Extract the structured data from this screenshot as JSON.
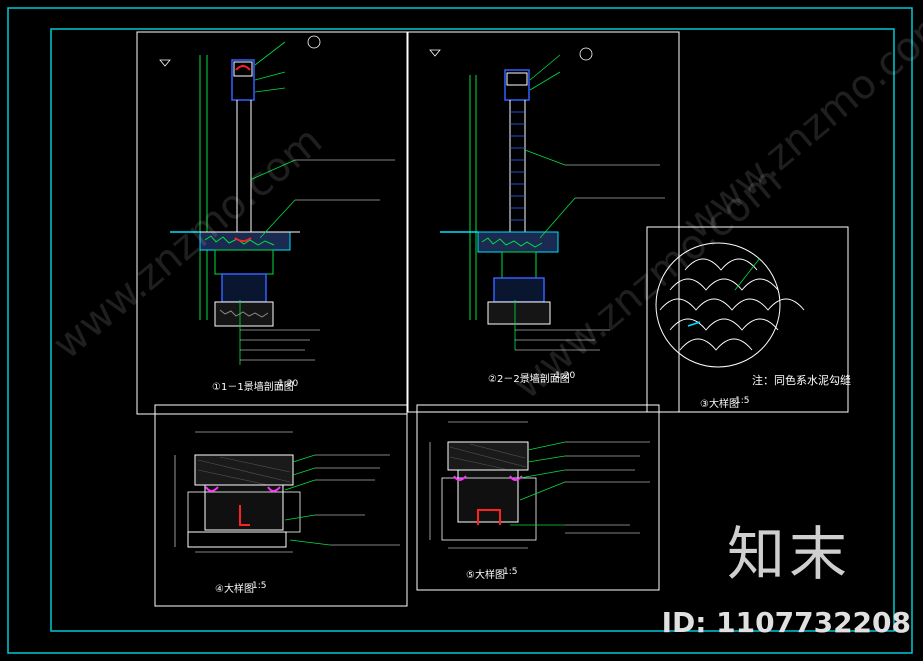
{
  "colors": {
    "frame": "#00c8d8",
    "sheet": "#ffffff",
    "green": "#00e040",
    "red": "#ff2020",
    "blue": "#3060ff",
    "cyan": "#00e0ff",
    "magenta": "#ff30ff"
  },
  "drawing": {
    "section1_title": "①1－1景墙剖面图",
    "section1_scale": "1:20",
    "section2_title": "②2－2景墙剖面图",
    "section2_scale": "1:20",
    "detail3_title": "③大样图",
    "detail3_scale": "1:5",
    "detail3_note": "注：同色系水泥勾缝",
    "detail4_title": "④大样图",
    "detail4_scale": "1:5",
    "detail5_title": "⑤大样图",
    "detail5_scale": "1:5"
  },
  "watermark": {
    "brand": "知末",
    "id_text": "ID: 1107732208",
    "diagonal": "www.znzmo.com"
  }
}
